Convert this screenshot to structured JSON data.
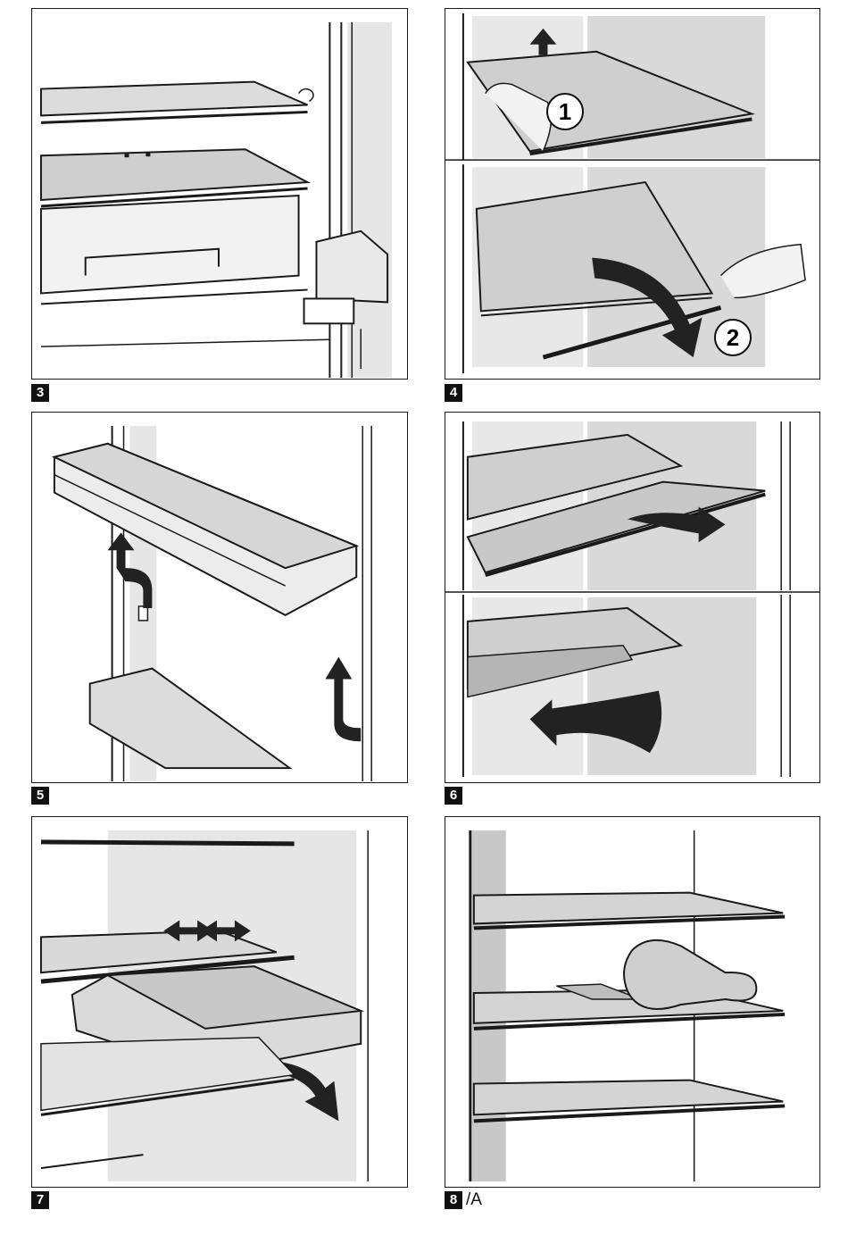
{
  "figures": [
    {
      "number": "3"
    },
    {
      "number": "4",
      "callouts": [
        "1",
        "2"
      ]
    },
    {
      "number": "5"
    },
    {
      "number": "6"
    },
    {
      "number": "7"
    },
    {
      "number": "8",
      "suffix": "/A"
    }
  ],
  "colors": {
    "outline": "#1a1a1a",
    "wall_shade": "#e6e6e6",
    "glass": "#cfcfcf",
    "dark_shade": "#bdbdbd",
    "arrow": "#222222"
  }
}
